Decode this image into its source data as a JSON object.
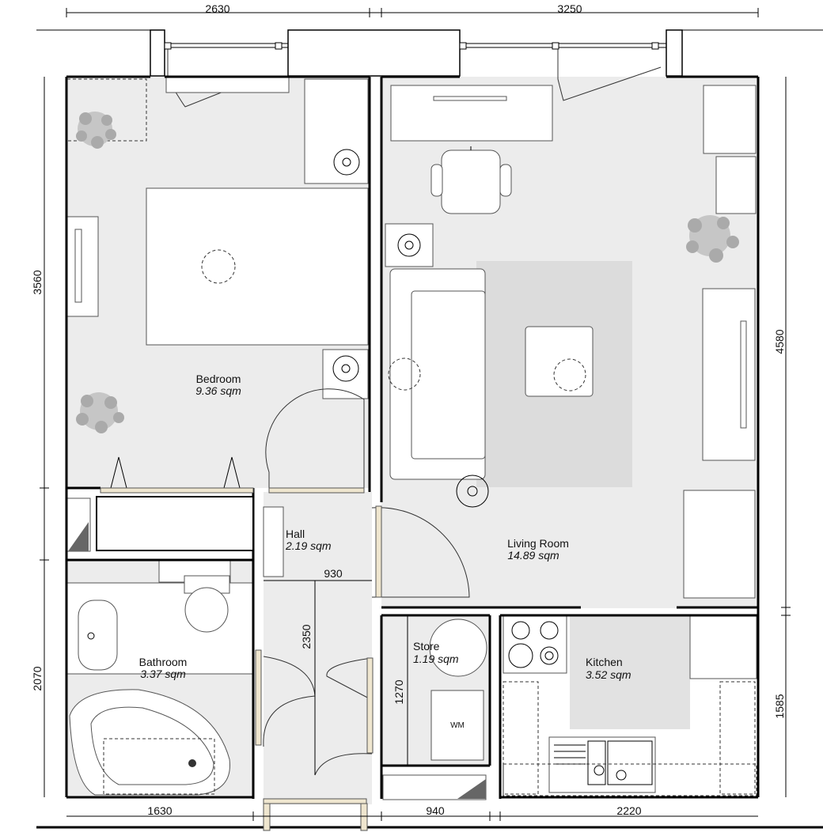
{
  "rooms": {
    "bedroom": {
      "name": "Bedroom",
      "area": "9.36 sqm"
    },
    "living": {
      "name": "Living Room",
      "area": "14.89 sqm"
    },
    "hall": {
      "name": "Hall",
      "area": "2.19 sqm"
    },
    "bathroom": {
      "name": "Bathroom",
      "area": "3.37 sqm"
    },
    "store": {
      "name": "Store",
      "area": "1.19 sqm"
    },
    "kitchen": {
      "name": "Kitchen",
      "area": "3.52 sqm"
    }
  },
  "dimensions": {
    "top_left": "2630",
    "top_right": "3250",
    "left_upper": "3560",
    "left_lower": "2070",
    "right_upper": "4580",
    "right_lower": "1585",
    "bottom_left": "1630",
    "bottom_mid": "940",
    "bottom_right": "2220",
    "hall_width": "930",
    "hall_length": "2350",
    "store_length": "1270"
  },
  "appliances": {
    "washing_machine": "WM"
  },
  "colors": {
    "floor": "#ececec",
    "rug": "#dcdcdc",
    "door_frame": "#efe6cf",
    "wall": "#000000"
  }
}
